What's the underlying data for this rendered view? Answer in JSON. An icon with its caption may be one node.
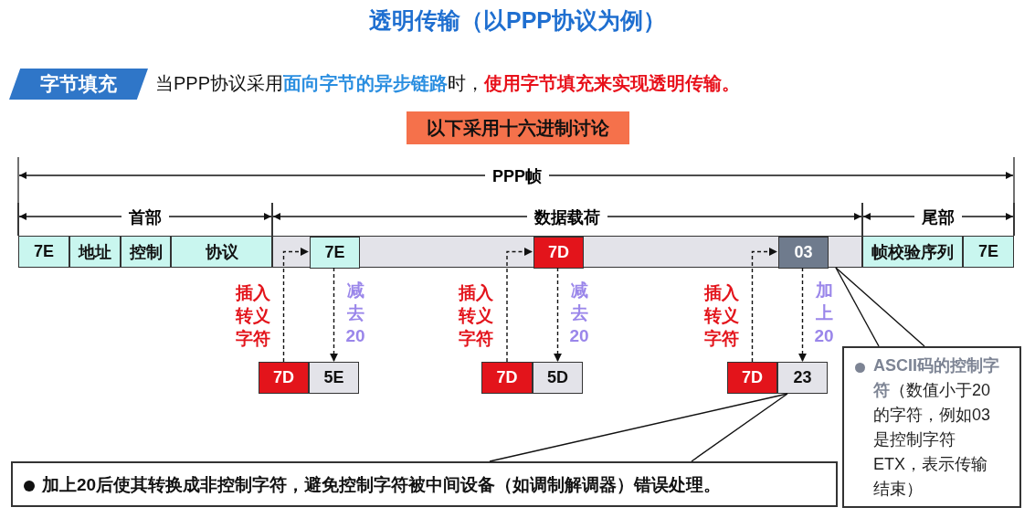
{
  "diagram": {
    "title": "透明传输（以PPP协议为例）",
    "nodes": [
      {
        "text": [
          "字节填充"
        ]
      },
      {
        "text": [
          "以下采用十六进制讨论"
        ]
      },
      {
        "text": [
          "7E"
        ]
      },
      {
        "text": [
          "地址"
        ]
      },
      {
        "text": [
          "控制"
        ]
      },
      {
        "text": [
          "协议"
        ]
      },
      {
        "text": [],
        "shape": "bar"
      },
      {
        "text": [
          "7E"
        ],
        "in": 6
      },
      {
        "text": [
          "7D"
        ],
        "in": 6
      },
      {
        "text": [
          "03"
        ],
        "in": 6
      },
      {
        "text": [
          "帧校验序列"
        ]
      },
      {
        "text": [
          "7E"
        ]
      },
      {
        "text": [
          "7D"
        ]
      },
      {
        "text": [
          "5E"
        ]
      },
      {
        "text": [
          "7D"
        ]
      },
      {
        "text": [
          "5D"
        ]
      },
      {
        "text": [
          "7D"
        ]
      },
      {
        "text": [
          "23"
        ]
      },
      {
        "text": [
          "**ASCII码的控制字符**（数值小于20的字符，例如03是控制字符ETX，表示传输结束）"
        ]
      },
      {
        "text": [
          "加上20后使其转换成非控制字符，避免控制字符被中间设备（如调制解调器）错误处理。"
        ]
      }
    ],
    "edges": [
      {
        "from": 12,
        "to": 7,
        "arrow": "to",
        "style": "dashed",
        "label": "插入转义字符"
      },
      {
        "from": 7,
        "to": 13,
        "arrow": "to",
        "style": "dashed",
        "label": "减去20"
      },
      {
        "from": 14,
        "to": 8,
        "arrow": "to",
        "style": "dashed",
        "label": "插入转义字符"
      },
      {
        "from": 8,
        "to": 15,
        "arrow": "to",
        "style": "dashed",
        "label": "减去20"
      },
      {
        "from": 16,
        "to": 9,
        "arrow": "to",
        "style": "dashed",
        "label": "插入转义字符"
      },
      {
        "from": 9,
        "to": 17,
        "arrow": "to",
        "style": "dashed",
        "label": "加上20"
      },
      {
        "from": 18,
        "to": 6,
        "arrow": "none"
      },
      {
        "from": 19,
        "to": 17,
        "arrow": "none"
      }
    ],
    "labels": [
      "当PPP协议采用**面向字节的异步链路**时，**使用字节填充来实现透明传输。**",
      "PPP帧",
      "首部",
      "数据载荷",
      "尾部"
    ]
  }
}
